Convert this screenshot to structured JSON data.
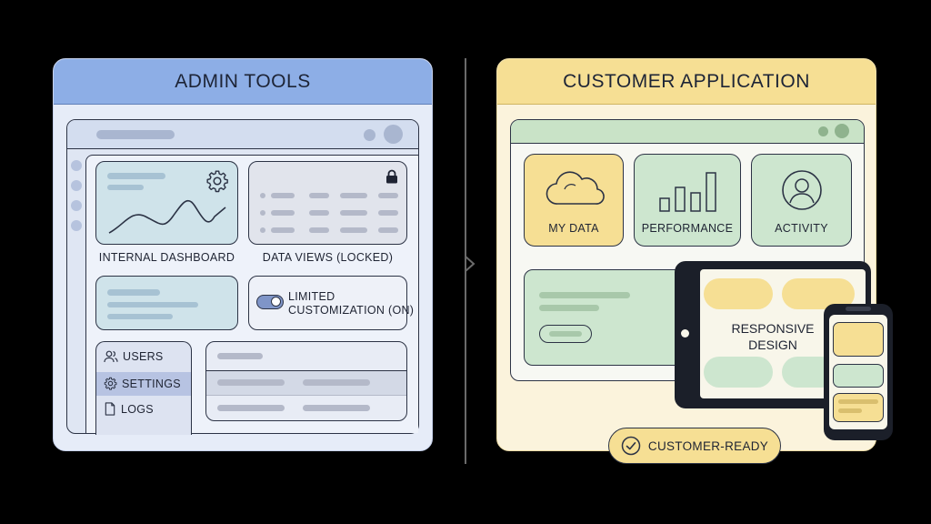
{
  "admin": {
    "title": "ADMIN TOOLS",
    "cards": {
      "internal_dashboard": "INTERNAL DASHBOARD",
      "data_views": "DATA VIEWS (LOCKED)",
      "toggle_label_line1": "LIMITED",
      "toggle_label_line2": "CUSTOMIZATION (ON)"
    },
    "menu": [
      {
        "label": "USERS",
        "icon": "users-icon"
      },
      {
        "label": "SETTINGS",
        "icon": "gear-icon"
      },
      {
        "label": "LOGS",
        "icon": "file-icon"
      }
    ],
    "toggle_on": true
  },
  "customer": {
    "title": "CUSTOMER APPLICATION",
    "tiles": [
      {
        "label": "MY DATA",
        "icon": "cloud-icon",
        "color": "#f6df94"
      },
      {
        "label": "PERFORMANCE",
        "icon": "bar-chart-icon",
        "color": "#cde6cf"
      },
      {
        "label": "ACTIVITY",
        "icon": "user-icon",
        "color": "#cde6cf"
      }
    ],
    "responsive_line1": "RESPONSIVE",
    "responsive_line2": "DESIGN",
    "badge": "CUSTOMER-READY"
  },
  "colors": {
    "admin_header": "#8daee6",
    "admin_bg": "#e6ecf8",
    "customer_header": "#f6df94",
    "customer_bg": "#fbf3dc",
    "green": "#cde6cf",
    "outline": "#2c3345"
  }
}
